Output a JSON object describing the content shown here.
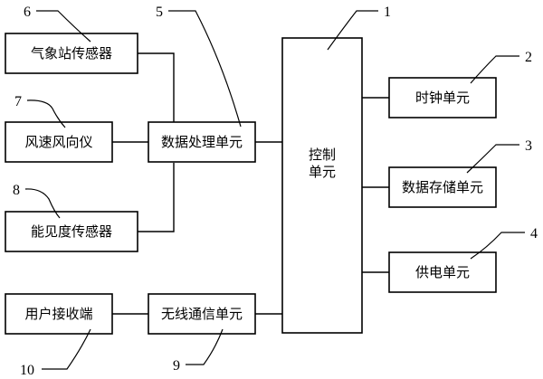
{
  "blocks": {
    "weather_sensor": "气象站传感器",
    "wind_meter": "风速风向仪",
    "visibility_sensor": "能见度传感器",
    "data_processing": "数据处理单元",
    "control_line1": "控制",
    "control_line2": "单元",
    "clock": "时钟单元",
    "data_storage": "数据存储单元",
    "power_supply": "供电单元",
    "user_terminal": "用户接收端",
    "wireless": "无线通信单元"
  },
  "refs": {
    "control": "1",
    "clock": "2",
    "data_storage": "3",
    "power_supply": "4",
    "data_processing": "5",
    "weather_sensor": "6",
    "wind_meter": "7",
    "visibility_sensor": "8",
    "wireless": "9",
    "user_terminal": "10"
  }
}
